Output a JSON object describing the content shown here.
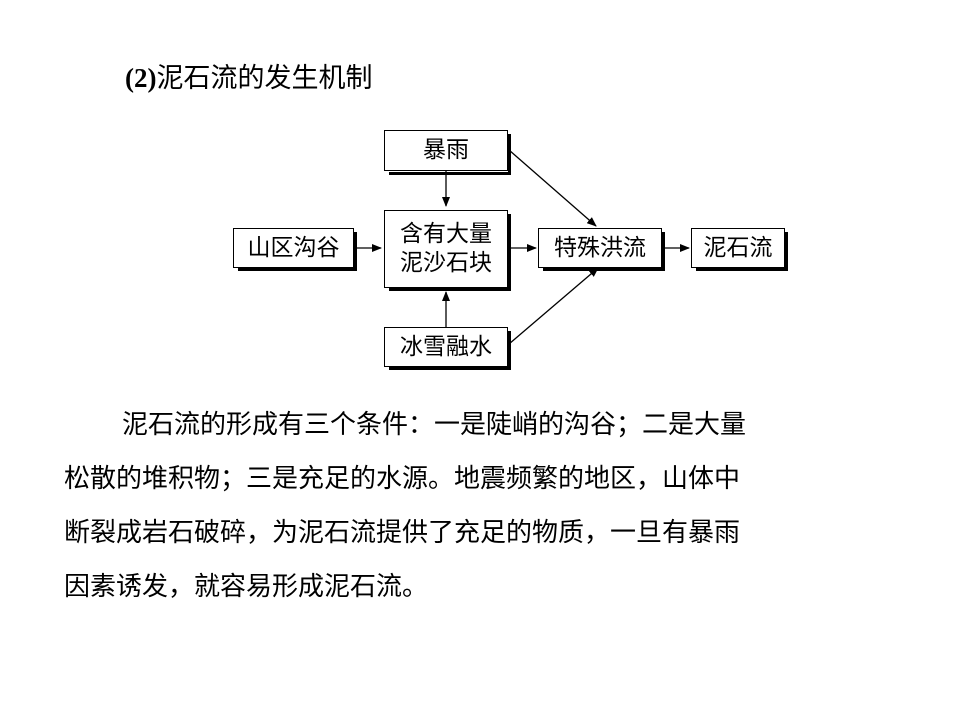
{
  "heading": {
    "number": "(2)",
    "title": "泥石流的发生机制"
  },
  "diagram": {
    "nodes": {
      "rainstorm": "暴雨",
      "mountain_valley": "山区沟谷",
      "loose_material_line1": "含有大量",
      "loose_material_line2": "泥沙石块",
      "special_flood": "特殊洪流",
      "debris_flow": "泥石流",
      "snowmelt": "冰雪融水"
    },
    "edges": [
      [
        "rainstorm",
        "loose_material"
      ],
      [
        "rainstorm",
        "special_flood"
      ],
      [
        "mountain_valley",
        "loose_material"
      ],
      [
        "snowmelt",
        "loose_material"
      ],
      [
        "snowmelt",
        "special_flood"
      ],
      [
        "loose_material",
        "special_flood"
      ],
      [
        "special_flood",
        "debris_flow"
      ]
    ]
  },
  "paragraph": {
    "lines": [
      "泥石流的形成有三个条件：一是陡峭的沟谷；二是大量",
      "松散的堆积物；三是充足的水源。地震频繁的地区，山体中",
      "断裂成岩石破碎，为泥石流提供了充足的物质，一旦有暴雨",
      "因素诱发，就容易形成泥石流。"
    ]
  }
}
